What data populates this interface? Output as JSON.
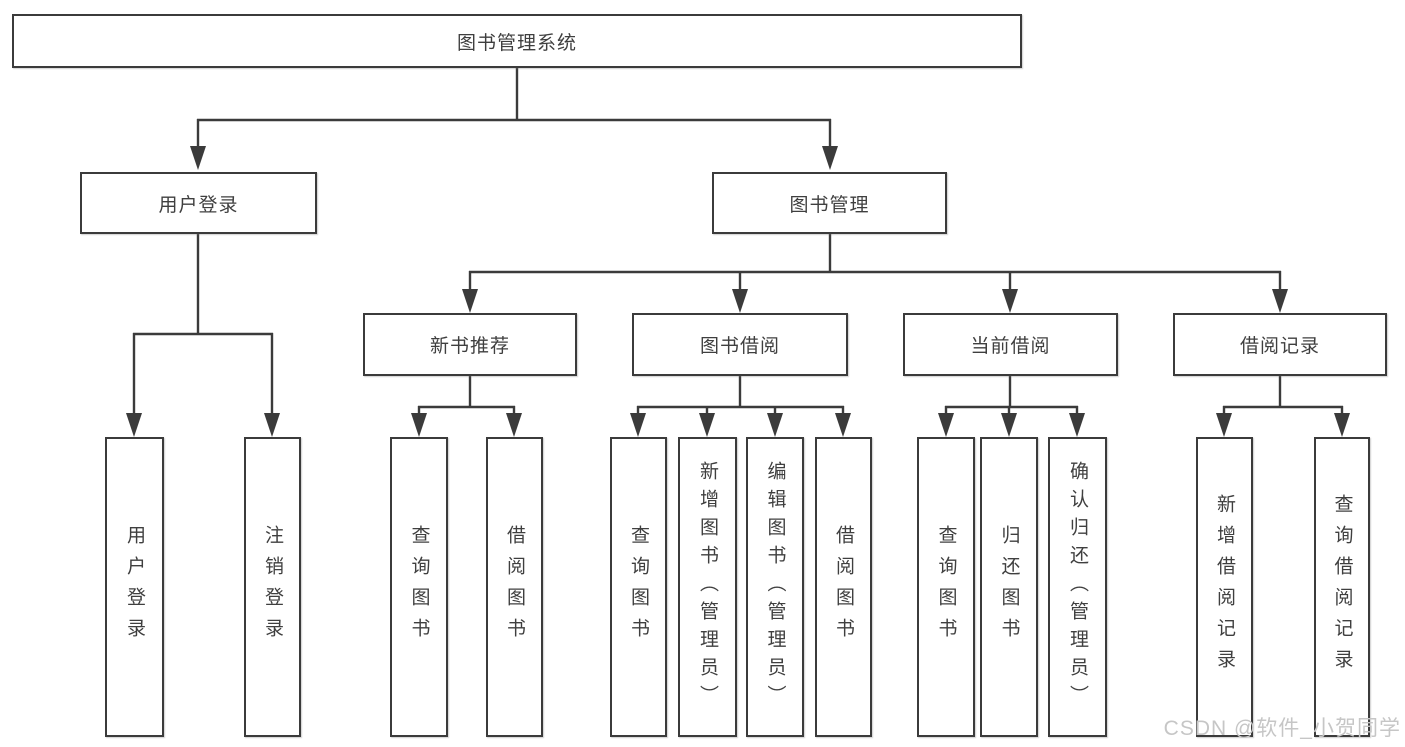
{
  "diagram": {
    "root": {
      "label": "图书管理系统"
    },
    "level2": [
      {
        "label": "用户登录"
      },
      {
        "label": "图书管理"
      }
    ],
    "level3": [
      {
        "label": "新书推荐"
      },
      {
        "label": "图书借阅"
      },
      {
        "label": "当前借阅"
      },
      {
        "label": "借阅记录"
      }
    ],
    "leaves": {
      "login": [
        {
          "label": "用户登录"
        },
        {
          "label": "注销登录"
        }
      ],
      "recommend": [
        {
          "label": "查询图书"
        },
        {
          "label": "借阅图书"
        }
      ],
      "borrow": [
        {
          "label": "查询图书"
        },
        {
          "label": "新增图书（管理员）"
        },
        {
          "label": "编辑图书（管理员）"
        },
        {
          "label": "借阅图书"
        }
      ],
      "current": [
        {
          "label": "查询图书"
        },
        {
          "label": "归还图书"
        },
        {
          "label": "确认归还（管理员）"
        }
      ],
      "records": [
        {
          "label": "新增借阅记录"
        },
        {
          "label": "查询借阅记录"
        }
      ]
    },
    "watermark": "CSDN @软件_小贺同学",
    "colors": {
      "line": "#3b3b3b",
      "box_border": "#3b3b3b",
      "text": "#3f3f3f",
      "background": "#ffffff",
      "watermark": "#c6c6c6"
    }
  }
}
